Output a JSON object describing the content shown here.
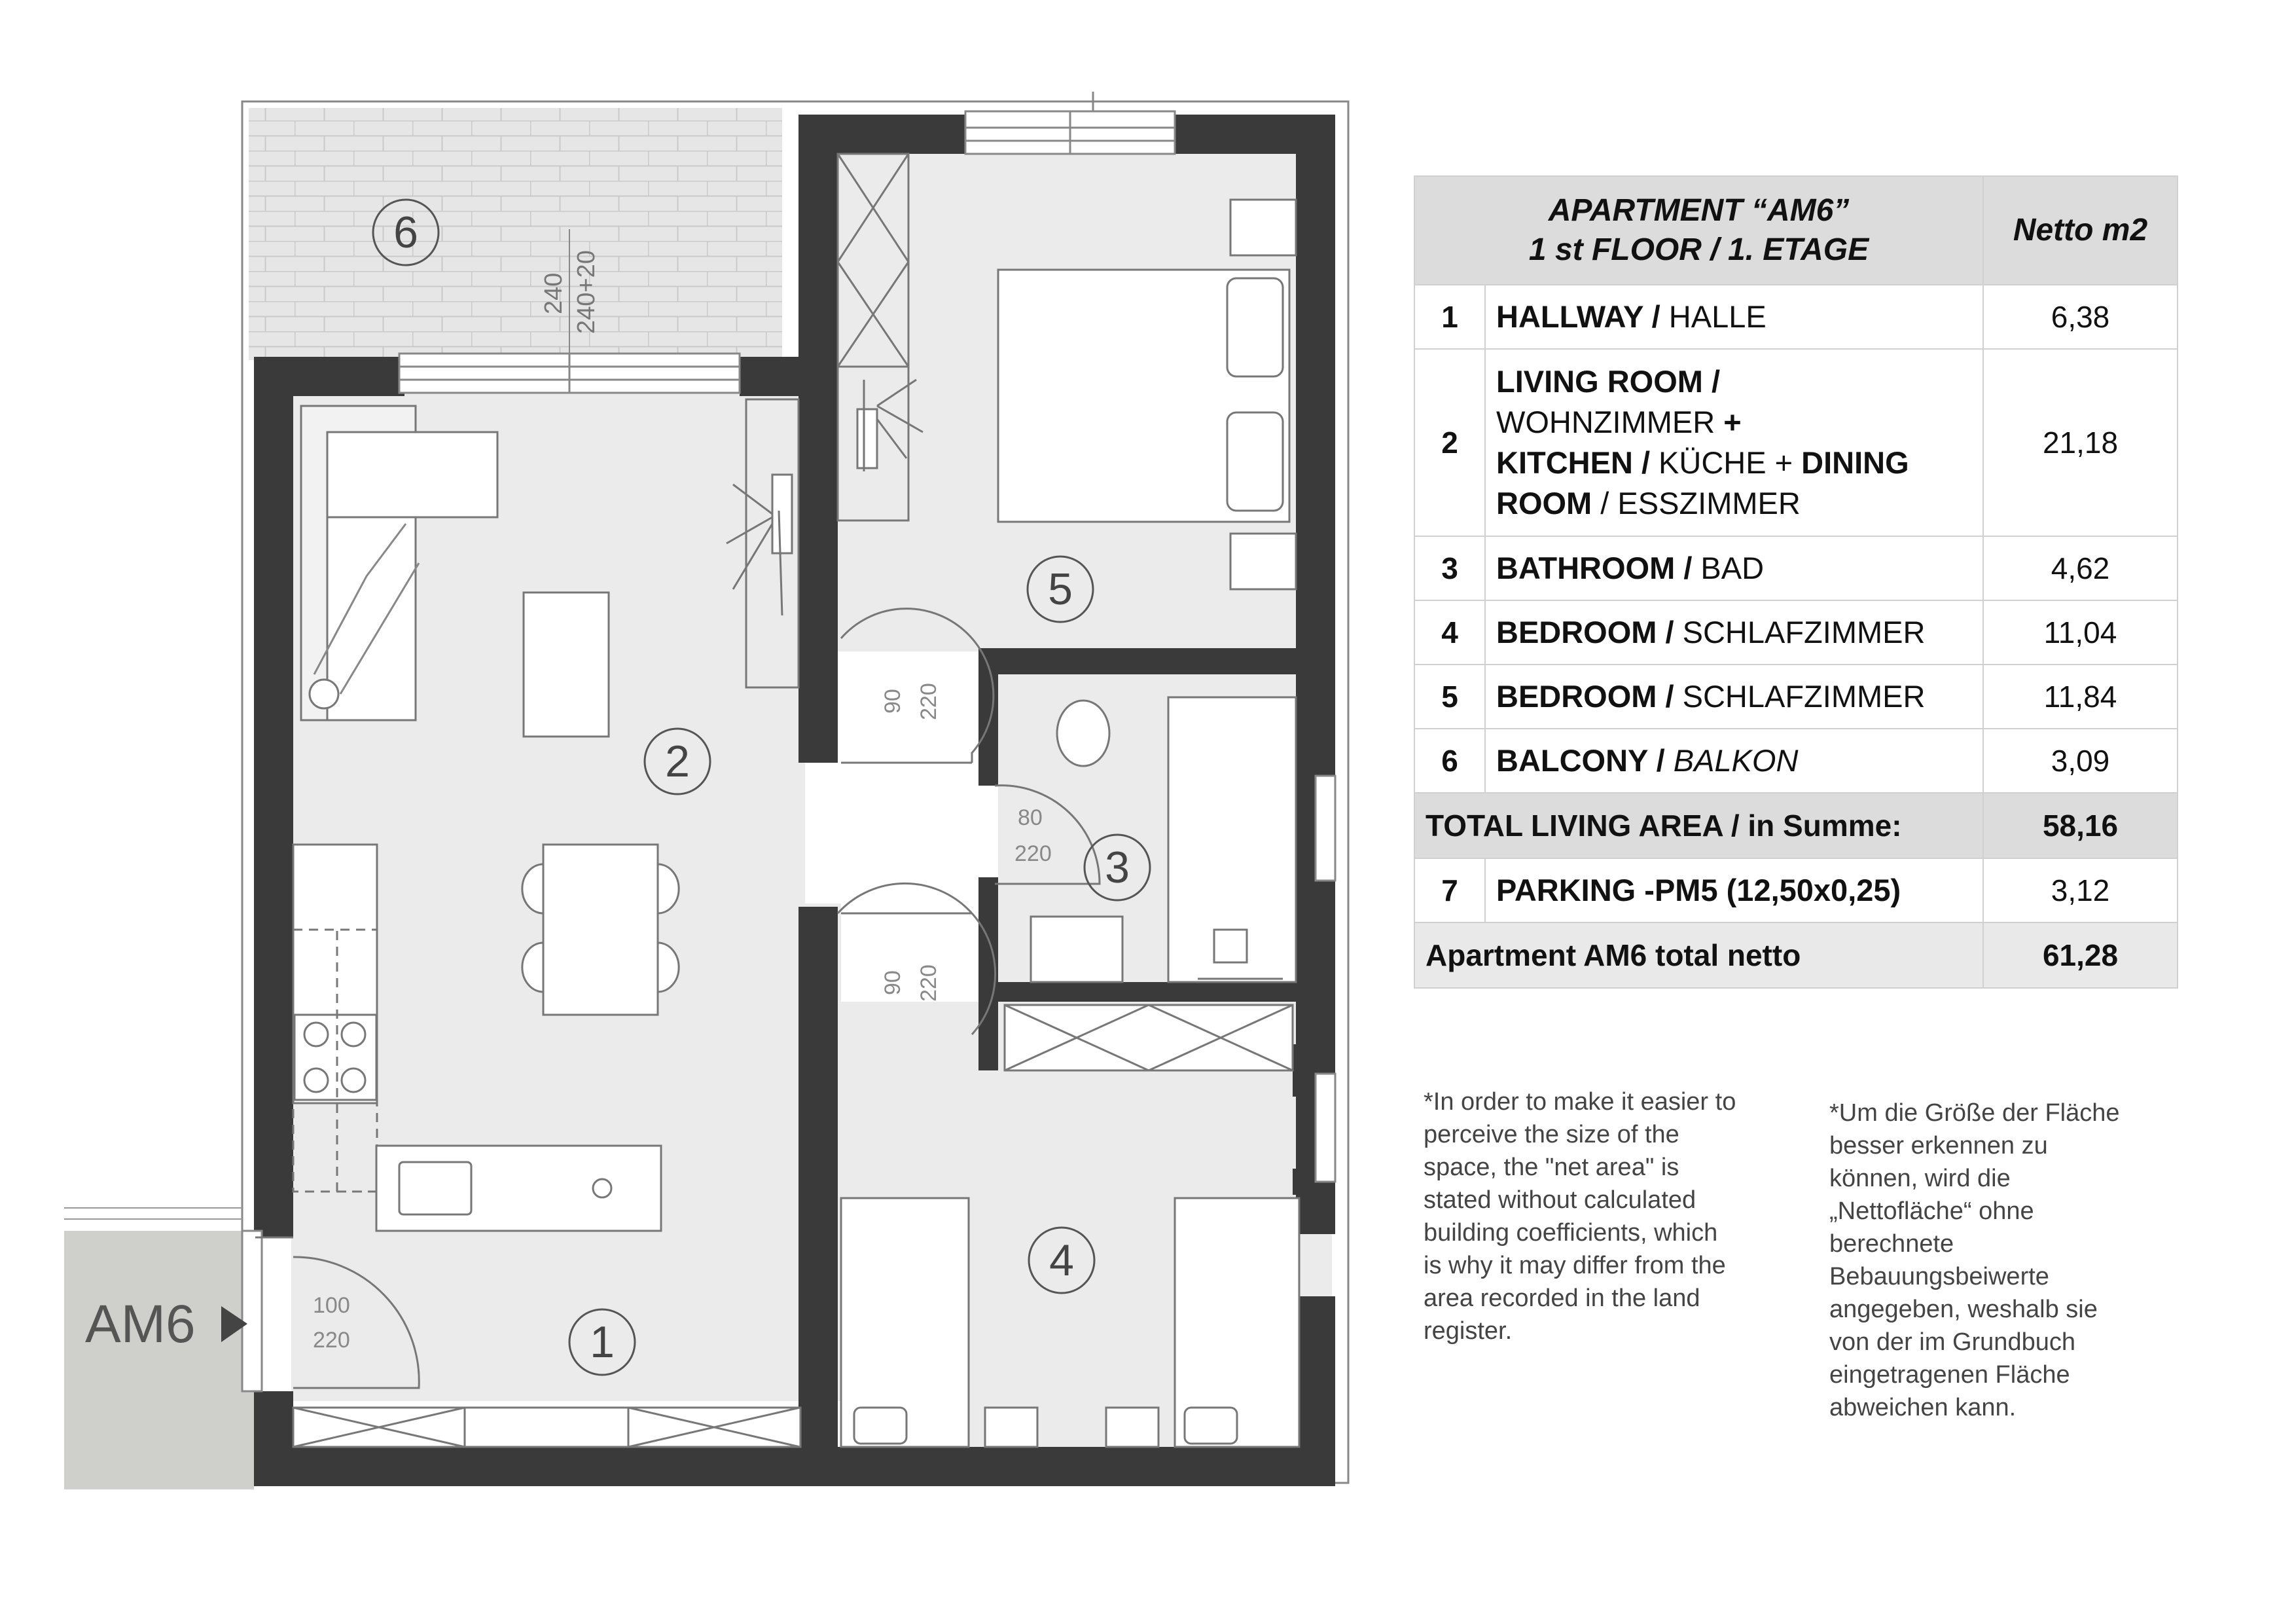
{
  "plan": {
    "unit_label": "AM6",
    "room_numbers": [
      "1",
      "2",
      "3",
      "4",
      "5",
      "6"
    ],
    "door_dims": [
      {
        "w": "90",
        "h": "220"
      },
      {
        "w": "90",
        "h": "220"
      },
      {
        "w": "80",
        "h": "220"
      },
      {
        "w": "100",
        "h": "220"
      }
    ],
    "window_dims": {
      "w": "240",
      "h": "240+20"
    }
  },
  "table": {
    "header_title_1": "APARTMENT “AM6”",
    "header_title_2": "1 st FLOOR / 1. ETAGE",
    "header_col": "Netto m2",
    "rows": [
      {
        "num": "1",
        "bold": "HALLWAY /",
        "normal": " HALLE",
        "area": "6,38"
      },
      {
        "num": "2",
        "l1b": "LIVING ROOM /",
        "l2n": "WOHNZIMMER ",
        "l2b": "+",
        "l3b": "KITCHEN /",
        "l3n": " KÜCHE + ",
        "l3b2": "DINING",
        "l4b": "ROOM",
        "l4n": " / ESSZIMMER",
        "area": "21,18"
      },
      {
        "num": "3",
        "bold": "BATHROOM /",
        "normal": " BAD",
        "area": "4,62"
      },
      {
        "num": "4",
        "bold": "BEDROOM /",
        "normal": " SCHLAFZIMMER",
        "area": "11,04"
      },
      {
        "num": "5",
        "bold": "BEDROOM /",
        "normal": " SCHLAFZIMMER",
        "area": "11,84"
      },
      {
        "num": "6",
        "bold": "BALCONY /",
        "italic": " BALKON",
        "area": "3,09"
      }
    ],
    "total_label": "TOTAL LIVING AREA / in Summe:",
    "total_value": "58,16",
    "parking": {
      "num": "7",
      "label": " PARKING -PM5 (12,50x0,25)",
      "area": "3,12"
    },
    "grand_label": "Apartment AM6  total netto",
    "grand_value": "61,28"
  },
  "notes": {
    "en": "*In order to make it easier to\nperceive the size of the\nspace, the \"net area\" is\nstated without calculated\nbuilding coefficients, which\nis why it may differ from the\narea recorded in the land\nregister.",
    "de": "*Um die Größe der Fläche\nbesser erkennen zu\nkönnen, wird die\n„Nettofläche“ ohne\nberechnete\nBebauungsbeiwerte\nangegeben, weshalb sie\nvon der im Grundbuch\neingetragenen Fläche\nabweichen kann."
  }
}
